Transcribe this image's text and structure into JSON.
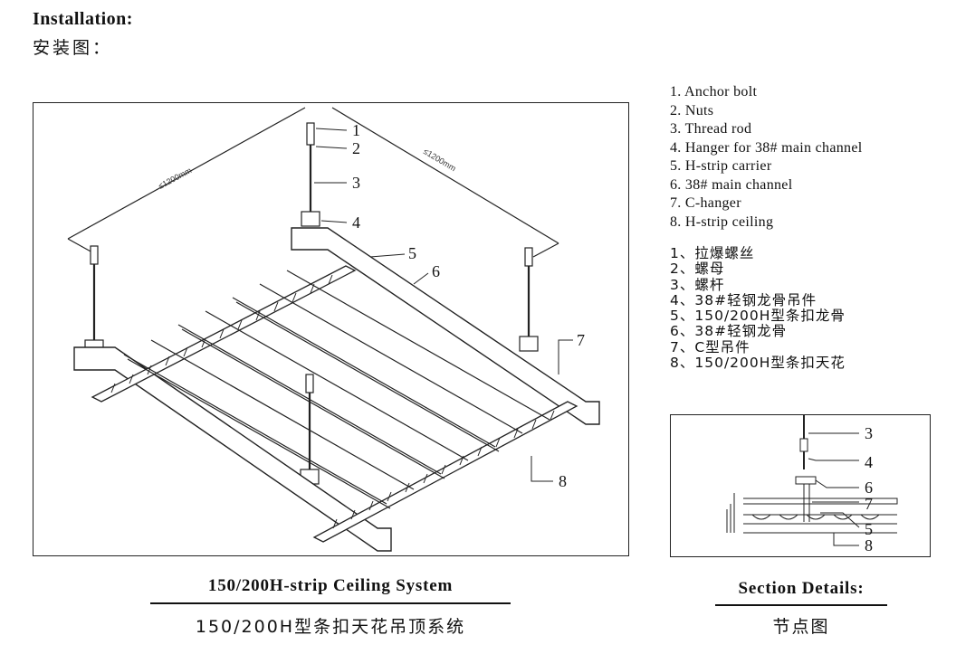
{
  "header": {
    "title_en": "Installation:",
    "title_zh": "安装图："
  },
  "legend_en": [
    "1. Anchor bolt",
    "2. Nuts",
    "3. Thread rod",
    "4. Hanger for 38# main channel",
    "5. H-strip carrier",
    "6. 38# main channel",
    "7. C-hanger",
    "8. H-strip ceiling"
  ],
  "legend_zh": [
    "1、拉爆螺丝",
    "2、螺母",
    "3、螺杆",
    "4、38#轻钢龙骨吊件",
    "5、150/200H型条扣龙骨",
    "6、38#轻钢龙骨",
    "7、C型吊件",
    "8、150/200H型条扣天花"
  ],
  "main_diagram": {
    "dimension_left": "≤1200mm",
    "dimension_right": "≤1200mm",
    "callouts": [
      "1",
      "2",
      "3",
      "4",
      "5",
      "6",
      "7",
      "8"
    ],
    "caption_en": "150/200H-strip Ceiling System",
    "caption_zh": "150/200H型条扣天花吊顶系统"
  },
  "section_diagram": {
    "callouts": [
      "3",
      "4",
      "6",
      "7",
      "5",
      "8"
    ],
    "caption_en": "Section Details:",
    "caption_zh": "节点图"
  }
}
